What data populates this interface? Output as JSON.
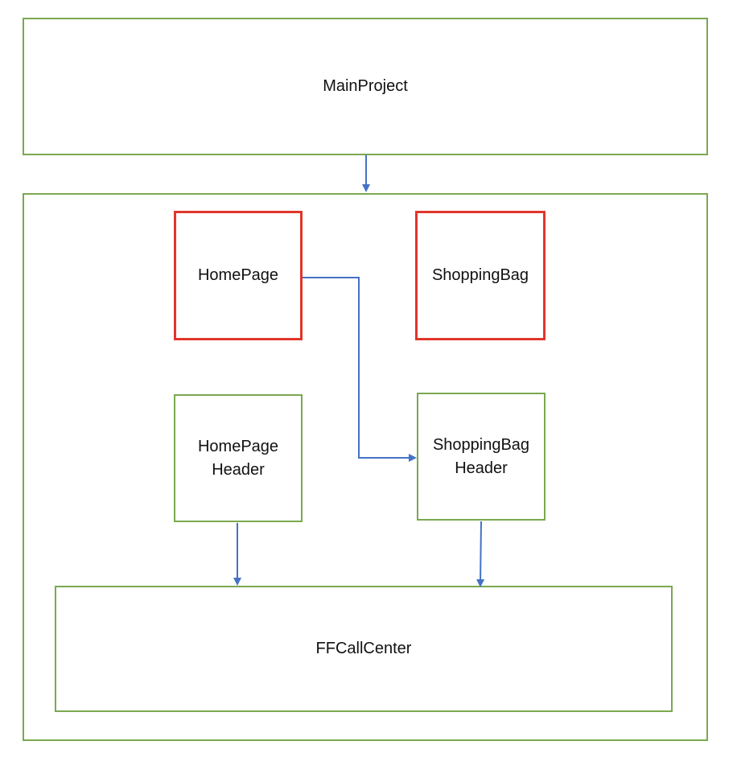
{
  "colors": {
    "box_border": "#7aa84f",
    "highlight_border": "#e0362a",
    "arrow": "#4472c4",
    "text": "#111111"
  },
  "nodes": {
    "main_project": "MainProject",
    "homepage": "HomePage",
    "shoppingbag": "ShoppingBag",
    "homepage_header": [
      "HomePage",
      "Header"
    ],
    "shoppingbag_header": [
      "ShoppingBag",
      "Header"
    ],
    "ffcallcenter": "FFCallCenter"
  },
  "edges": [
    {
      "from": "MainProject",
      "to": "container"
    },
    {
      "from": "HomePage",
      "to": "ShoppingBag Header"
    },
    {
      "from": "HomePage Header",
      "to": "FFCallCenter"
    },
    {
      "from": "ShoppingBag Header",
      "to": "FFCallCenter"
    }
  ]
}
